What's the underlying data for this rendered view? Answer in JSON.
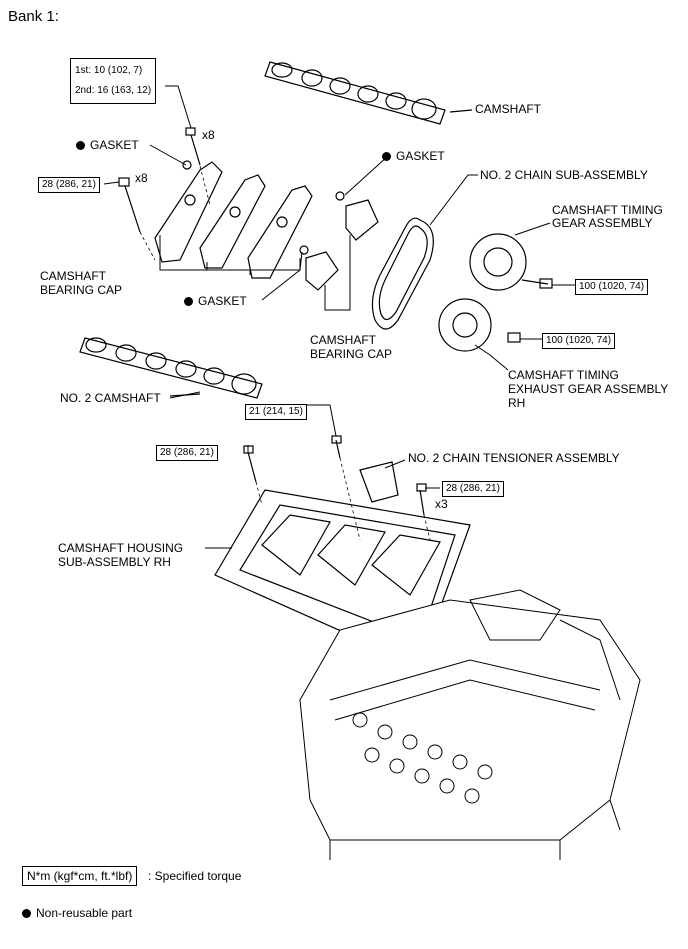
{
  "title": "Bank 1:",
  "labels": {
    "camshaft": "CAMSHAFT",
    "gasket": "GASKET",
    "chain_sub": "NO. 2 CHAIN SUB-ASSEMBLY",
    "timing_gear_l1": "CAMSHAFT TIMING",
    "timing_gear_l2": "GEAR ASSEMBLY",
    "bearing_cap_l1": "CAMSHAFT",
    "bearing_cap_l2": "BEARING CAP",
    "exhaust_l1": "CAMSHAFT TIMING",
    "exhaust_l2": "EXHAUST GEAR ASSEMBLY",
    "exhaust_l3": "RH",
    "no2_camshaft": "NO. 2 CAMSHAFT",
    "tensioner": "NO. 2 CHAIN TENSIONER ASSEMBLY",
    "housing_l1": "CAMSHAFT HOUSING",
    "housing_l2": "SUB-ASSEMBLY RH"
  },
  "torques": {
    "first": "1st: 10 (102, 7)",
    "second": "2nd: 16 (163, 12)",
    "t28": "28 (286, 21)",
    "t100": "100 (1020, 74)",
    "t21": "21 (214, 15)"
  },
  "counts": {
    "x8": "x8",
    "x3": "x3"
  },
  "legend": {
    "torque_box": "N*m (kgf*cm, ft.*lbf)",
    "torque_text": ": Specified torque",
    "nonreusable": "Non-reusable part"
  }
}
